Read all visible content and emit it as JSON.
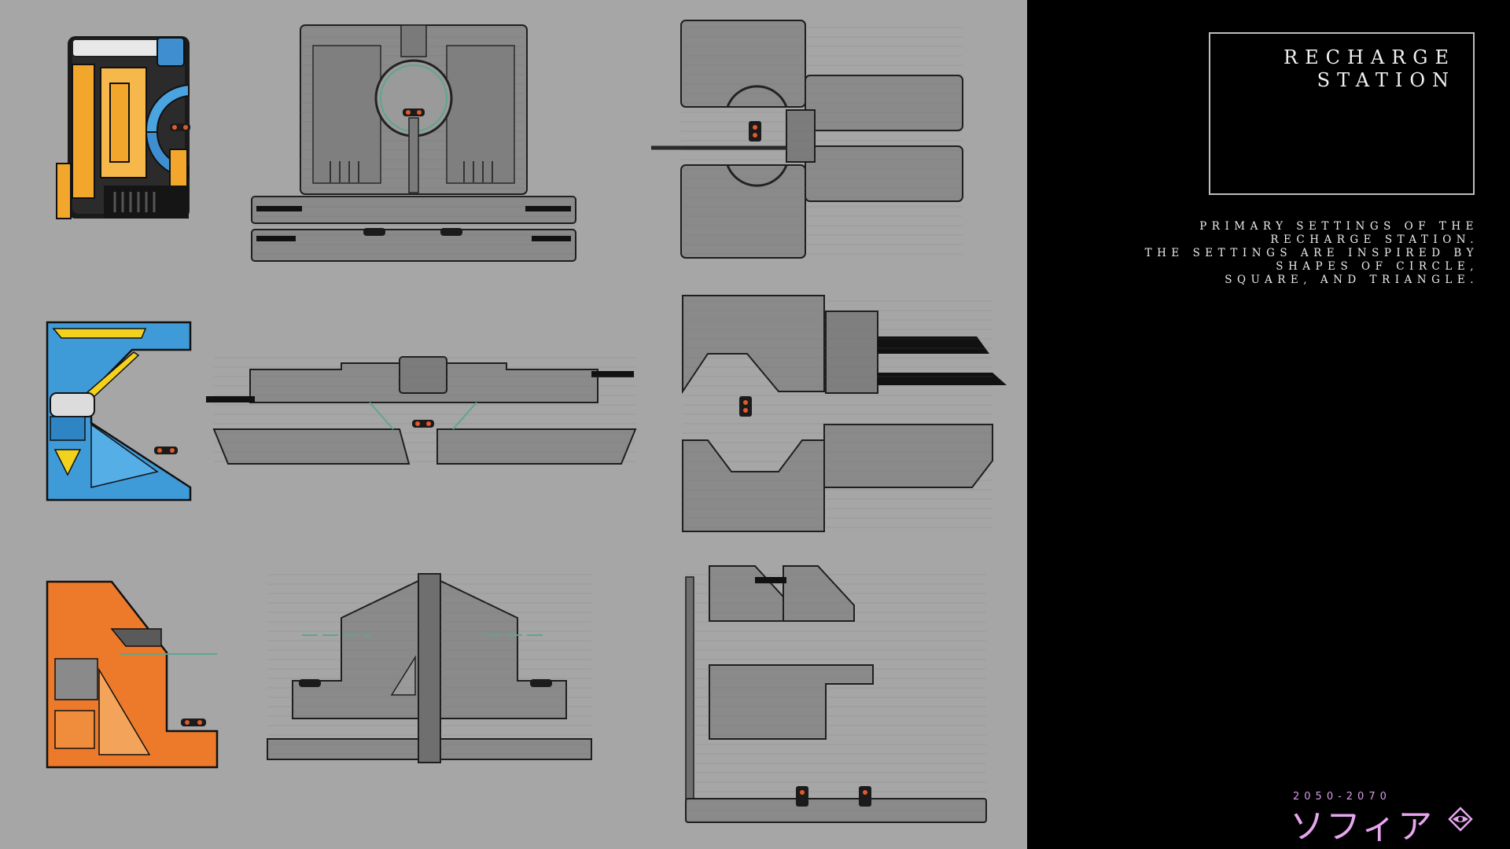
{
  "title": {
    "line1": "RECHARGE",
    "line2": "STATION"
  },
  "description": [
    "PRIMARY SETTINGS OF THE",
    "RECHARGE STATION.",
    "THE SETTINGS ARE INSPIRED BY",
    "SHAPES OF CIRCLE,",
    "SQUARE, AND TRIANGLE."
  ],
  "brand": {
    "years": "2050-2070",
    "name": "ソフィア",
    "logo_icon": "eye-triangle-icon"
  },
  "colors": {
    "canvas_bg": "#a6a6a6",
    "panel_bg": "#000000",
    "module_gray": "#8a8a8a",
    "circle_station": "#f2a72c",
    "square_station": "#3f9ad8",
    "triangle_station": "#ec7a2a",
    "accent_text": "#e7a6ef"
  },
  "stations": [
    {
      "shape": "circle",
      "variant": "colored",
      "color": "#f2a72c"
    },
    {
      "shape": "circle",
      "variant": "front-view"
    },
    {
      "shape": "circle",
      "variant": "top-view"
    },
    {
      "shape": "square",
      "variant": "colored",
      "color": "#3f9ad8"
    },
    {
      "shape": "square",
      "variant": "front-view"
    },
    {
      "shape": "square",
      "variant": "top-view"
    },
    {
      "shape": "triangle",
      "variant": "colored",
      "color": "#ec7a2a"
    },
    {
      "shape": "triangle",
      "variant": "front-view"
    },
    {
      "shape": "triangle",
      "variant": "top-view"
    }
  ]
}
